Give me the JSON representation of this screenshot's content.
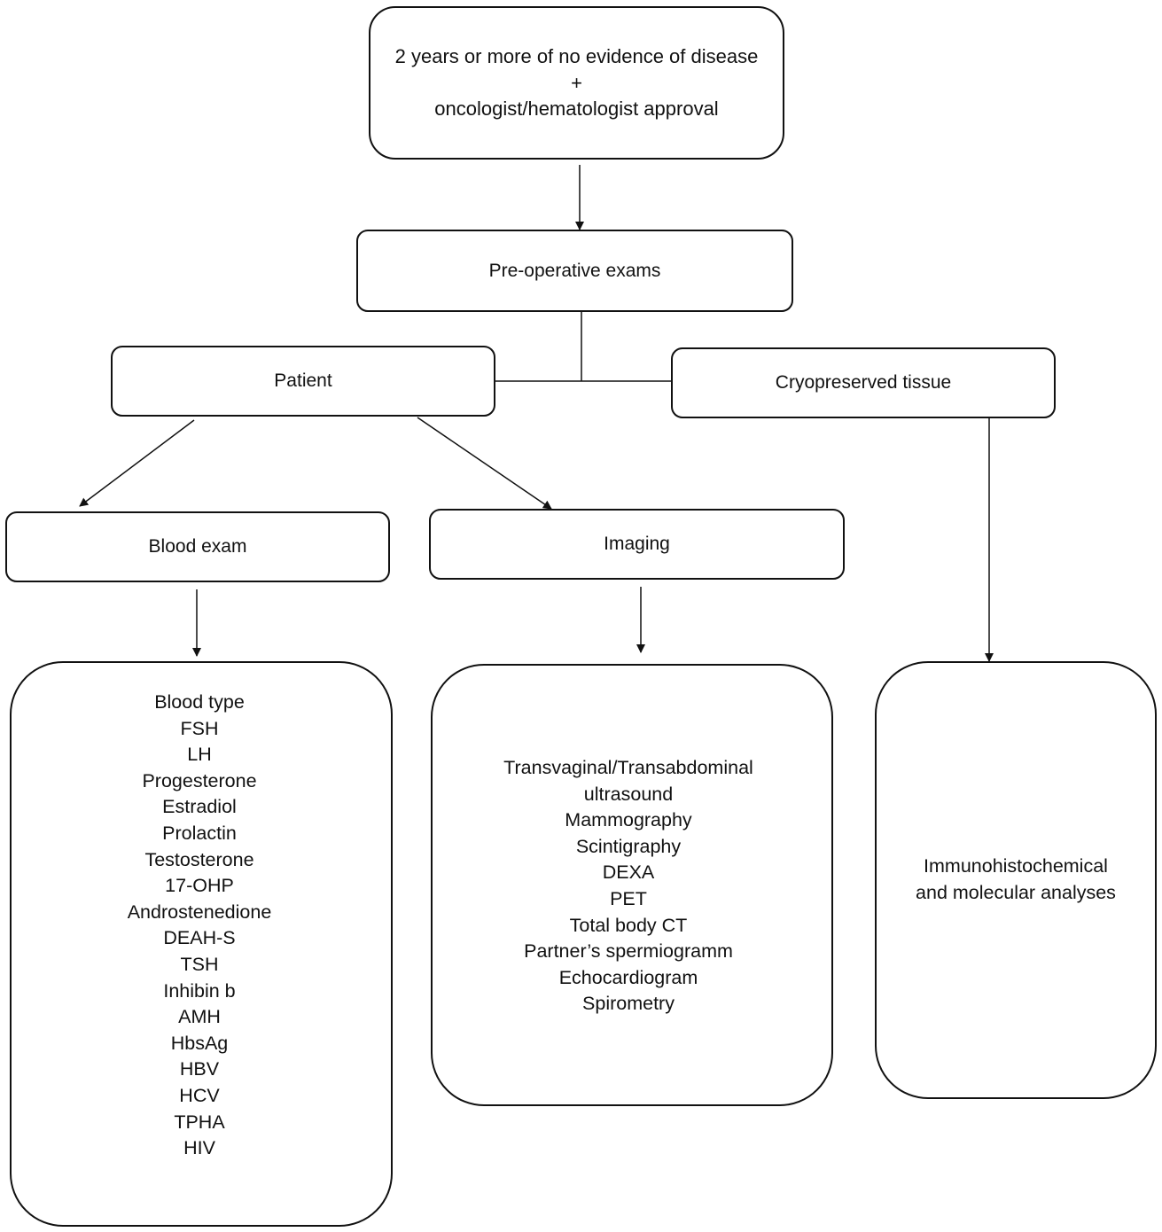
{
  "diagram": {
    "start_node": {
      "lines": [
        "2 years or more of no evidence of disease",
        "+",
        "oncologist/hematologist approval"
      ]
    },
    "preop_node": {
      "label": "Pre-operative exams"
    },
    "patient_node": {
      "label": "Patient"
    },
    "cryo_node": {
      "label": "Cryopreserved tissue"
    },
    "blood_node": {
      "label": "Blood exam"
    },
    "imaging_node": {
      "label": "Imaging"
    },
    "blood_list": {
      "items": [
        "Blood type",
        "FSH",
        "LH",
        "Progesterone",
        "Estradiol",
        "Prolactin",
        "Testosterone",
        "17-OHP",
        "Androstenedione",
        "DEAH-S",
        "TSH",
        "Inhibin b",
        "AMH",
        "HbsAg",
        "HBV",
        "HCV",
        "TPHA",
        "HIV"
      ]
    },
    "imaging_list": {
      "items": [
        "Transvaginal/Transabdominal",
        "ultrasound",
        "Mammography",
        "Scintigraphy",
        "DEXA",
        "PET",
        "Total body CT",
        "Partner’s spermiogramm",
        "Echocardiogram",
        "Spirometry"
      ]
    },
    "analysis_node": {
      "lines": [
        "Immunohistochemical",
        "and molecular analyses"
      ]
    }
  }
}
